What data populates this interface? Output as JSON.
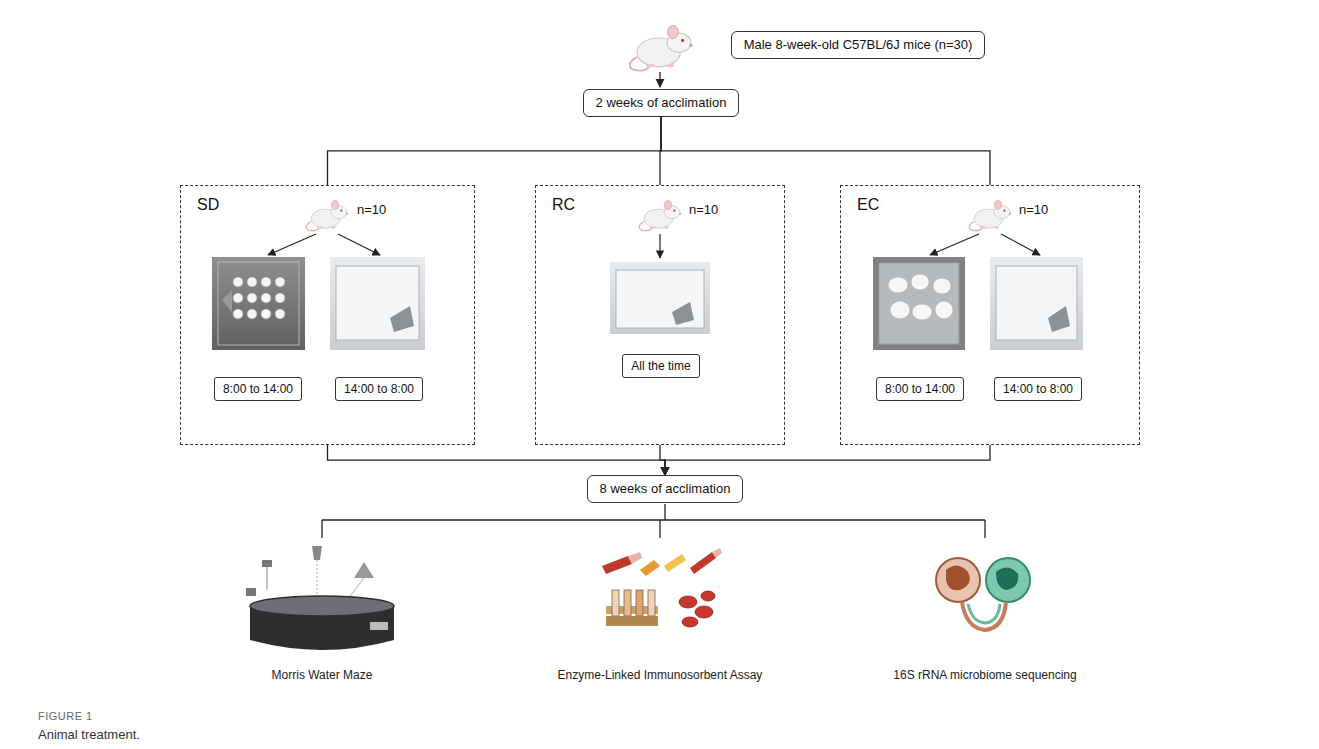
{
  "diagram": {
    "caption": "Animal treatment.",
    "nodes": [
      {
        "text": [
          "Male 8-week-old C57BL/6J mice (n=30)"
        ]
      },
      {
        "text": [
          "2 weeks of acclimation"
        ]
      },
      {
        "text": [
          "SD",
          "n=10"
        ]
      },
      {
        "text": [
          "8:00 to 14:00"
        ],
        "in": 2
      },
      {
        "text": [
          "14:00 to 8:00"
        ],
        "in": 2
      },
      {
        "text": [
          "RC",
          "n=10"
        ]
      },
      {
        "text": [
          "All the time"
        ],
        "in": 5
      },
      {
        "text": [
          "EC",
          "n=10"
        ]
      },
      {
        "text": [
          "8:00 to 14:00"
        ],
        "in": 7
      },
      {
        "text": [
          "14:00 to 8:00"
        ],
        "in": 7
      },
      {
        "text": [
          "8 weeks of acclimation"
        ]
      }
    ],
    "edges": [
      {
        "from": 1,
        "to": 2,
        "arrow": "none"
      },
      {
        "from": 1,
        "to": 5,
        "arrow": "none"
      },
      {
        "from": 1,
        "to": 7,
        "arrow": "none"
      },
      {
        "from": 2,
        "to": 10,
        "arrow": "to"
      },
      {
        "from": 5,
        "to": 10,
        "arrow": "to"
      },
      {
        "from": 7,
        "to": 10,
        "arrow": "to"
      }
    ],
    "labels": [
      "Morris Water Maze",
      "Enzyme-Linked Immunosorbent Assay",
      "16S rRNA microbiome sequencing",
      "FIGURE 1"
    ]
  }
}
